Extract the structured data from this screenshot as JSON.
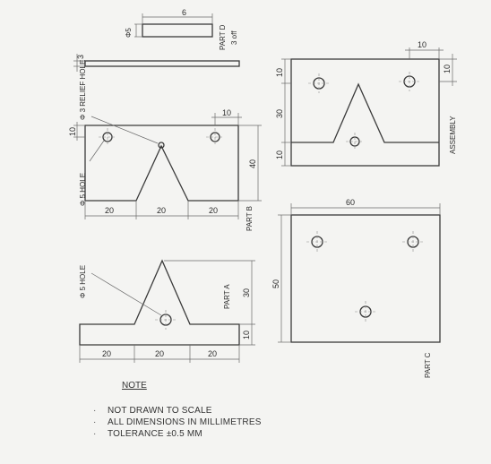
{
  "parts": {
    "part_d": {
      "label": "PART D",
      "quantity": "3 off",
      "dim_length": "6",
      "dim_dia": "Φ5",
      "dim_thickness": "3"
    },
    "part_b": {
      "label": "PART B",
      "dim_top": "10",
      "dim_left_top": "10",
      "dim_height": "40",
      "dim_bottom": [
        "20",
        "20",
        "20"
      ],
      "relief_callout": "Φ 3 RELIEF HOLE",
      "hole_callout": "Φ 5 HOLE"
    },
    "part_a": {
      "label": "PART A",
      "dim_height": "30",
      "dim_base": "10",
      "dim_bottom": [
        "20",
        "20",
        "20"
      ],
      "hole_callout": "Φ 5 HOLE"
    },
    "assembly": {
      "label": "ASSEMBLY",
      "dim_top": "10",
      "dim_right": "10",
      "dim_left": [
        "10",
        "30",
        "10"
      ]
    },
    "part_c": {
      "label": "PART C",
      "dim_width": "60",
      "dim_height": "50"
    }
  },
  "notes": {
    "title": "NOTE",
    "items": [
      "NOT DRAWN TO SCALE",
      "ALL DIMENSIONS IN MILLIMETRES",
      "TOLERANCE ±0.5 MM"
    ]
  }
}
